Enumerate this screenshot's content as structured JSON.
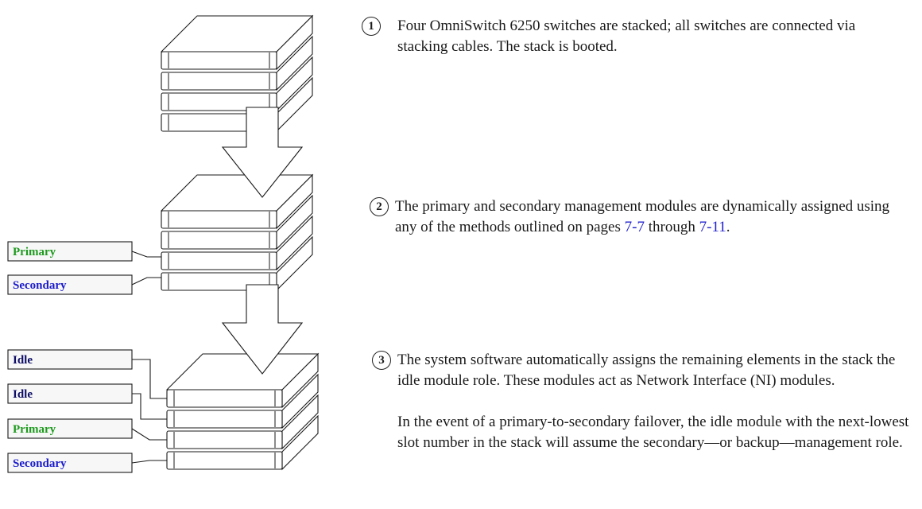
{
  "labels": {
    "primary": "Primary",
    "secondary": "Secondary",
    "idle": "Idle"
  },
  "colors": {
    "primary": "#1f9a1f",
    "secondary": "#1a1acc",
    "idle": "#0d0d66",
    "link": "#2222cc"
  },
  "steps": [
    {
      "number": "1",
      "text": "Four OmniSwitch 6250 switches are stacked; all switches are connected via stacking cables. The stack is booted."
    },
    {
      "number": "2",
      "text_before": "The primary and secondary management modules are dynamically assigned using any of the methods outlined on pages ",
      "link1": "7-7",
      "text_middle": " through ",
      "link2": "7-11",
      "text_after": "."
    },
    {
      "number": "3",
      "text": "The system software automatically assigns the remaining elements in the stack the idle module role. These modules act as Network Interface (NI) modules.",
      "text2": "In the event of a primary-to-secondary failover, the idle module with the next-lowest slot number in the stack will assume the secondary—or backup—management role."
    }
  ]
}
